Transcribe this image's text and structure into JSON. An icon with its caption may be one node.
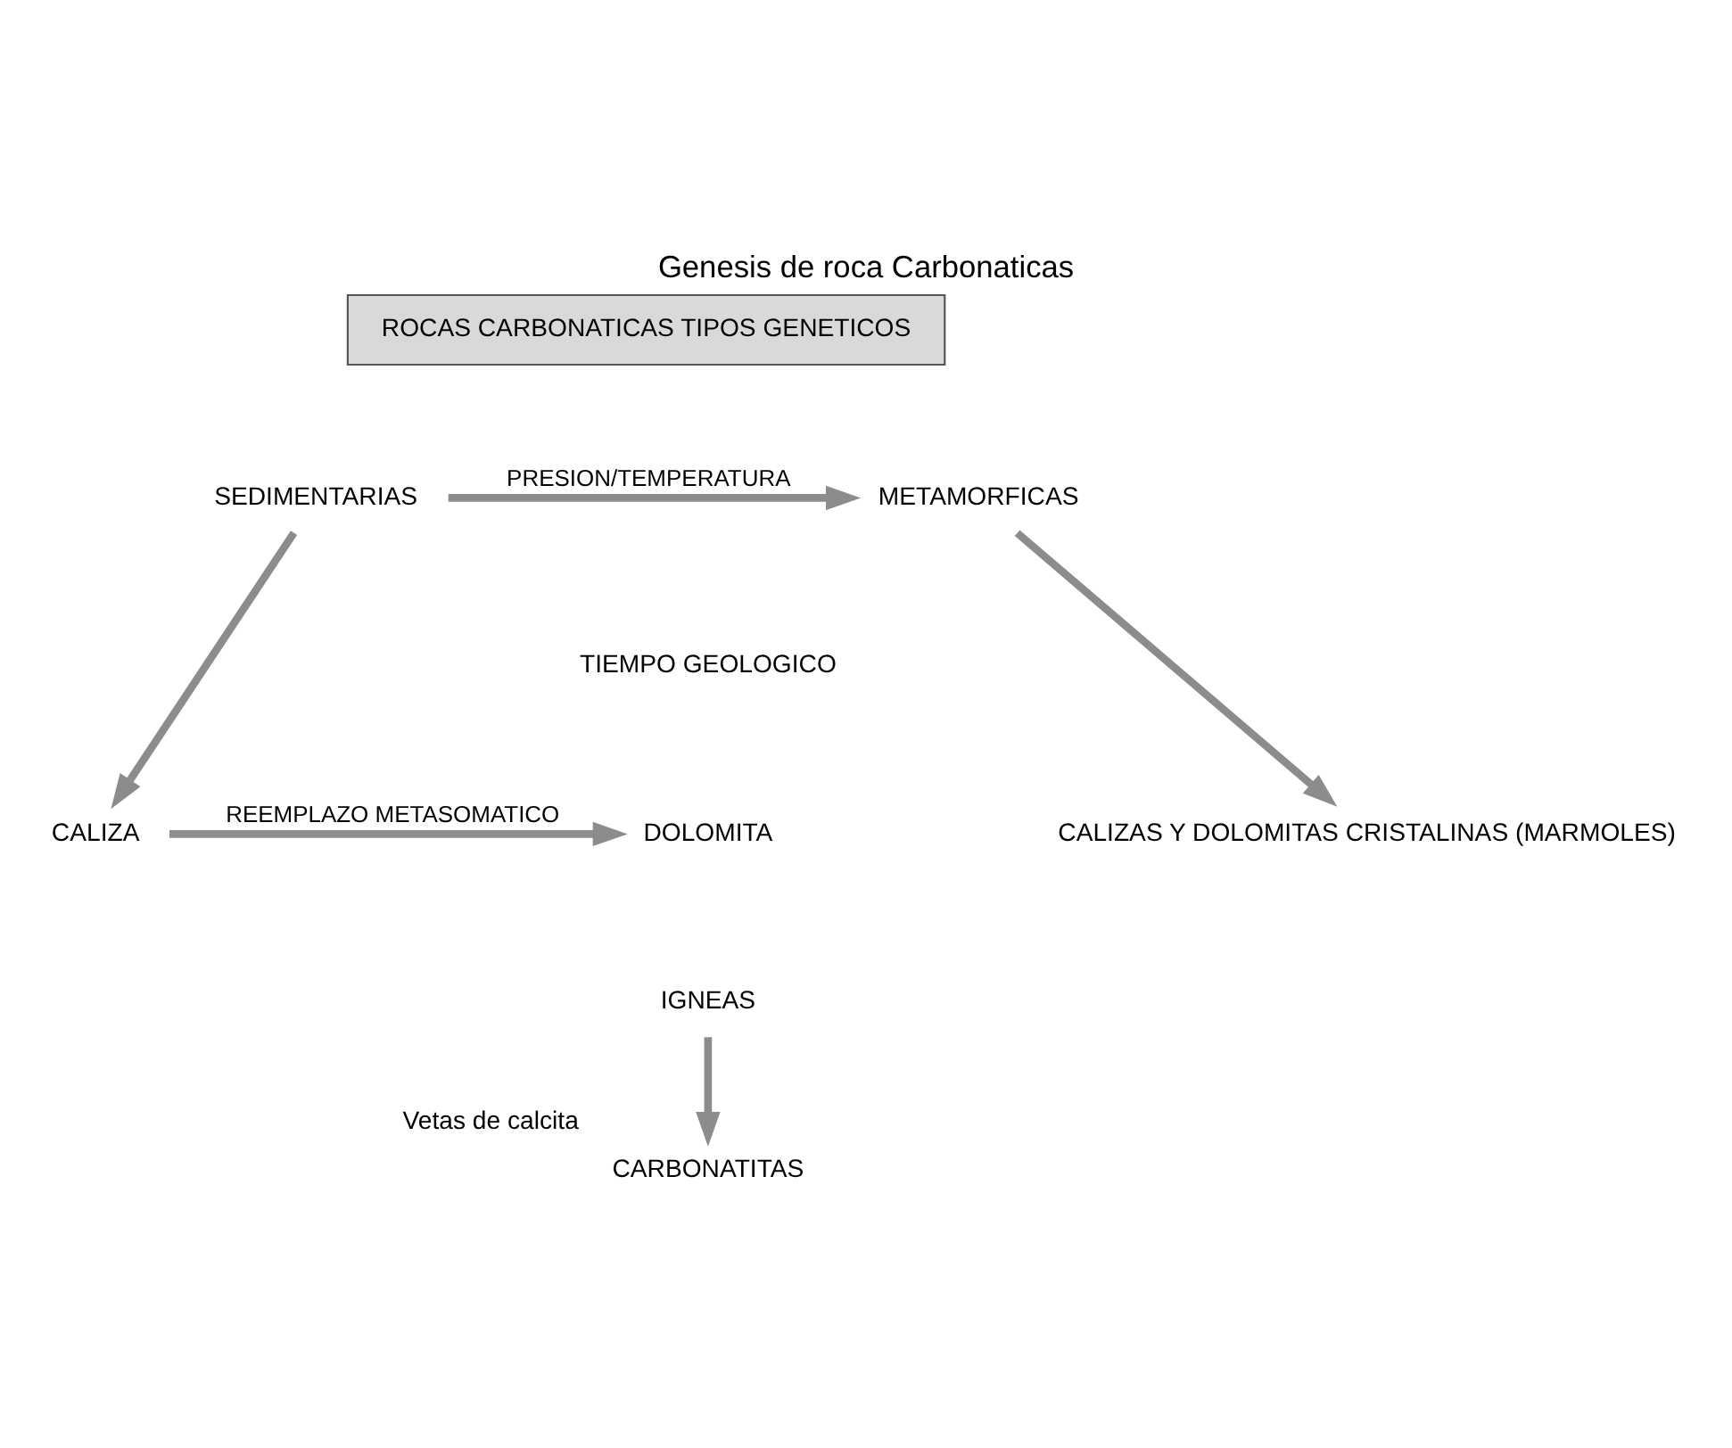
{
  "diagram": {
    "title": "Genesis de roca Carbonaticas",
    "nodes": [
      {
        "text": [
          "ROCAS CARBONATICAS TIPOS GENETICOS"
        ]
      },
      {
        "text": [
          "SEDIMENTARIAS"
        ]
      },
      {
        "text": [
          "METAMORFICAS"
        ]
      },
      {
        "text": [
          "CALIZA"
        ]
      },
      {
        "text": [
          "DOLOMITA"
        ]
      },
      {
        "text": [
          "CALIZAS Y DOLOMITAS CRISTALINAS (MARMOLES)"
        ]
      },
      {
        "text": [
          "IGNEAS"
        ]
      },
      {
        "text": [
          "CARBONATITAS"
        ],
        "beside": [
          "Vetas de calcita"
        ]
      }
    ],
    "edges": [
      {
        "from": 1,
        "to": 2,
        "arrow": "to",
        "label": "PRESION/TEMPERATURA"
      },
      {
        "from": 1,
        "to": 3,
        "arrow": "to"
      },
      {
        "from": 2,
        "to": 5,
        "arrow": "to"
      },
      {
        "from": 3,
        "to": 4,
        "arrow": "to",
        "label": "REEMPLAZO METASOMATICO"
      },
      {
        "from": 6,
        "to": 7,
        "arrow": "to"
      }
    ],
    "labels": [
      "TIEMPO GEOLOGICO"
    ]
  }
}
